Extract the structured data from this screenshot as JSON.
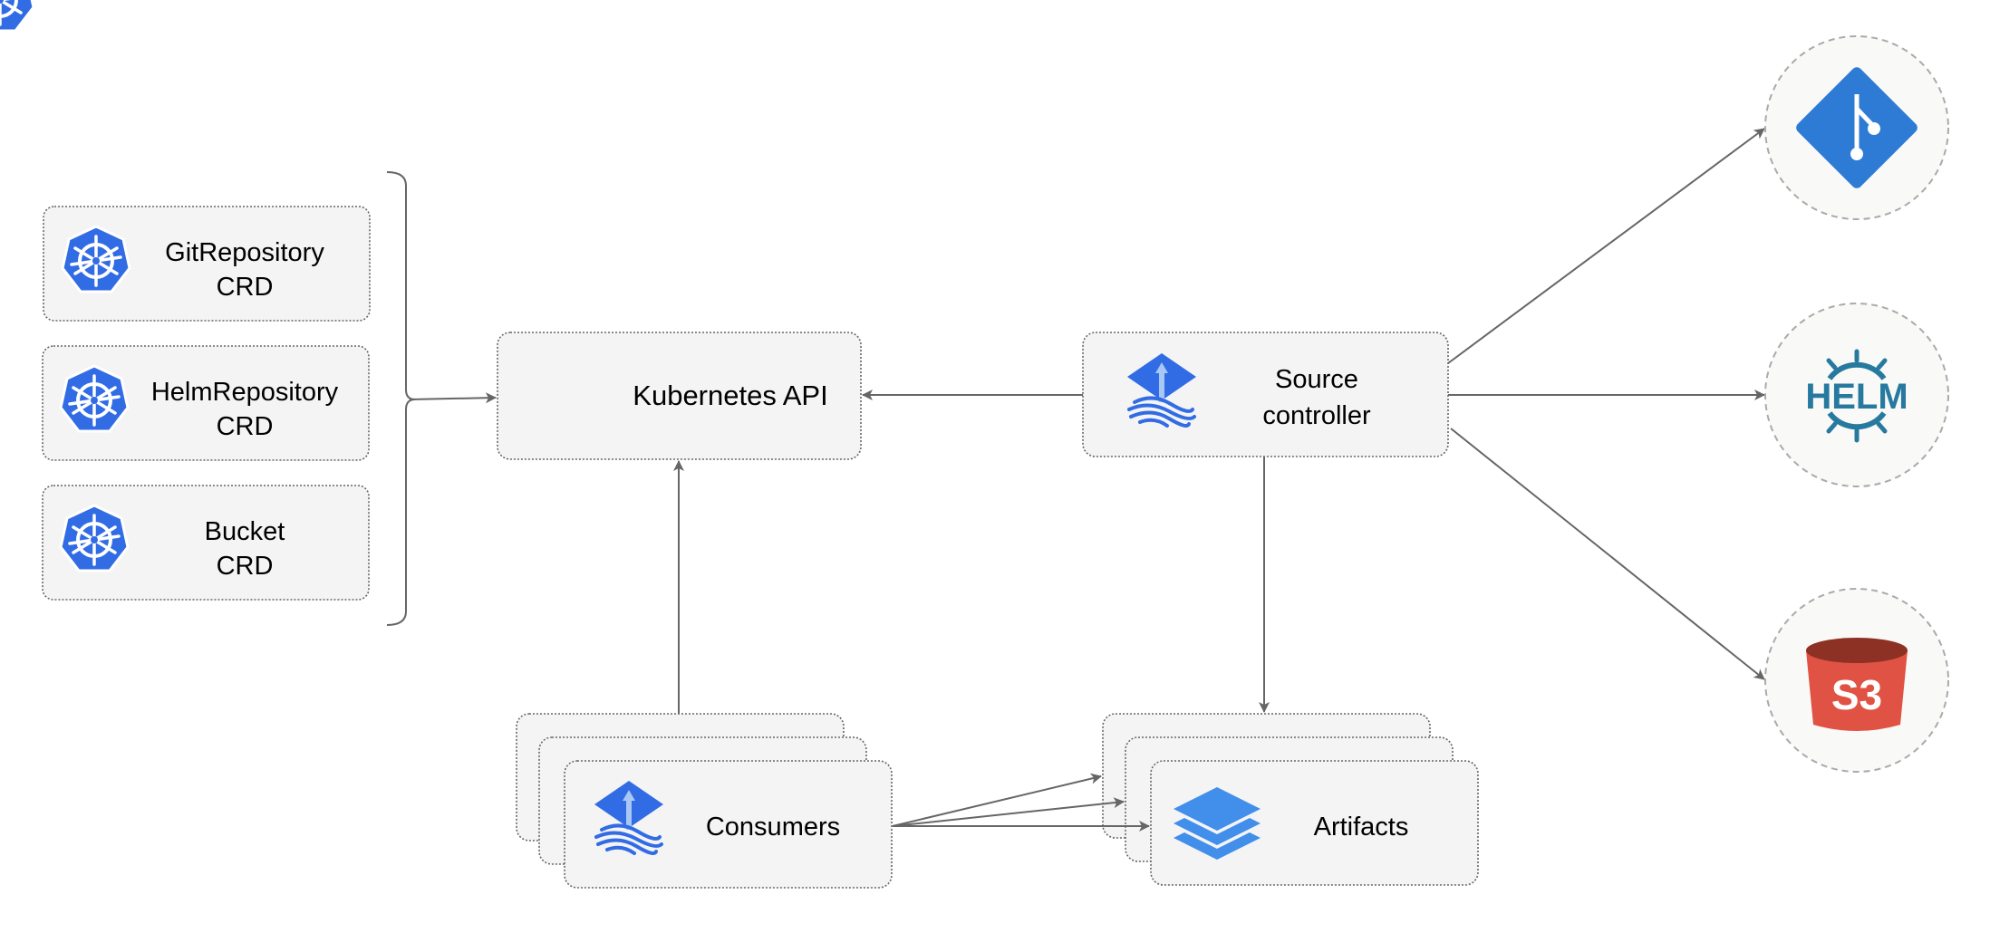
{
  "crds": [
    {
      "line1": "GitRepository",
      "line2": "CRD",
      "icon": "kubernetes-icon"
    },
    {
      "line1": "HelmRepository",
      "line2": "CRD",
      "icon": "kubernetes-icon"
    },
    {
      "line1": "Bucket",
      "line2": "CRD",
      "icon": "kubernetes-icon"
    }
  ],
  "kubernetes_api": {
    "label": "Kubernetes API",
    "icon": "kubernetes-icon"
  },
  "source_controller": {
    "line1": "Source",
    "line2": "controller",
    "icon": "flux-icon"
  },
  "consumers": {
    "label": "Consumers",
    "icon": "flux-icon"
  },
  "artifacts": {
    "label": "Artifacts",
    "icon": "layers-icon"
  },
  "sources": {
    "git": {
      "icon": "git-icon"
    },
    "helm": {
      "label": "HELM",
      "icon": "helm-icon"
    },
    "s3": {
      "label": "S3",
      "icon": "s3-bucket-icon"
    }
  },
  "colors": {
    "kubernetes": "#326ce5",
    "flux": "#326ce5",
    "git": "#2e7bd6",
    "helm": "#277a9f",
    "s3": "#e05243",
    "layers": "#418eeb"
  }
}
